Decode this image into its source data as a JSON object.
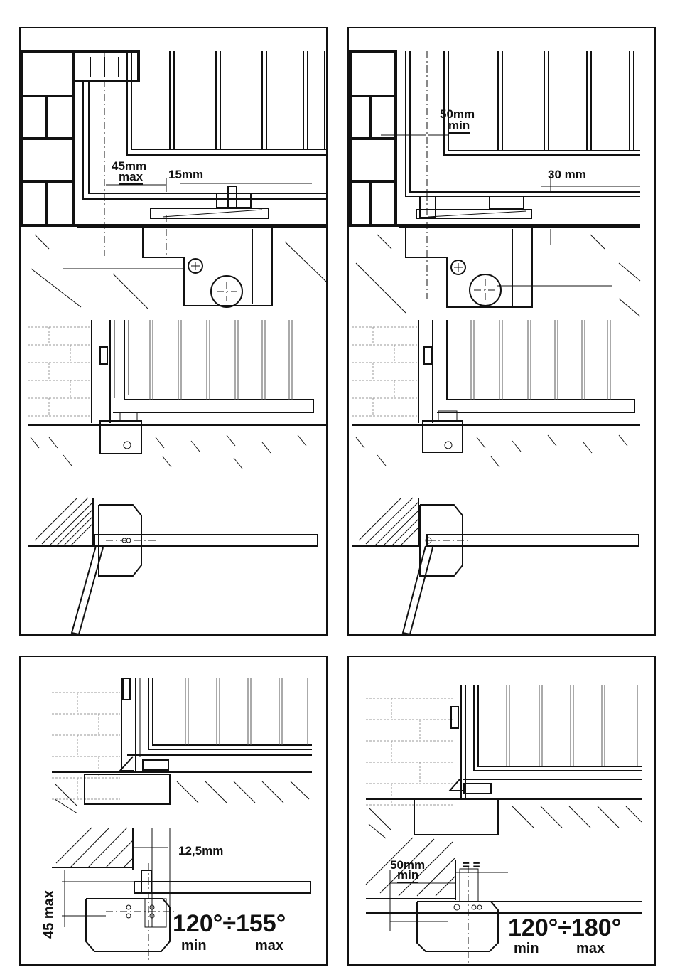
{
  "panels": [
    {
      "id": "panel-1",
      "dimensions": [
        {
          "value": "45mm",
          "sub": "max"
        },
        {
          "value": "15mm"
        }
      ]
    },
    {
      "id": "panel-2",
      "dimensions": [
        {
          "value": "50mm",
          "sub": "min"
        },
        {
          "value": "30 mm"
        }
      ]
    },
    {
      "id": "panel-3",
      "dimensions": [
        {
          "value": "12,5mm"
        },
        {
          "value": "45 max"
        }
      ],
      "angle": {
        "range": "120°÷155°",
        "min_label": "min",
        "max_label": "max"
      }
    },
    {
      "id": "panel-4",
      "dimensions": [
        {
          "value": "50mm",
          "sub": "min"
        },
        {
          "value": "= ="
        }
      ],
      "angle": {
        "range": "120°÷180°",
        "min_label": "min",
        "max_label": "max"
      }
    }
  ]
}
